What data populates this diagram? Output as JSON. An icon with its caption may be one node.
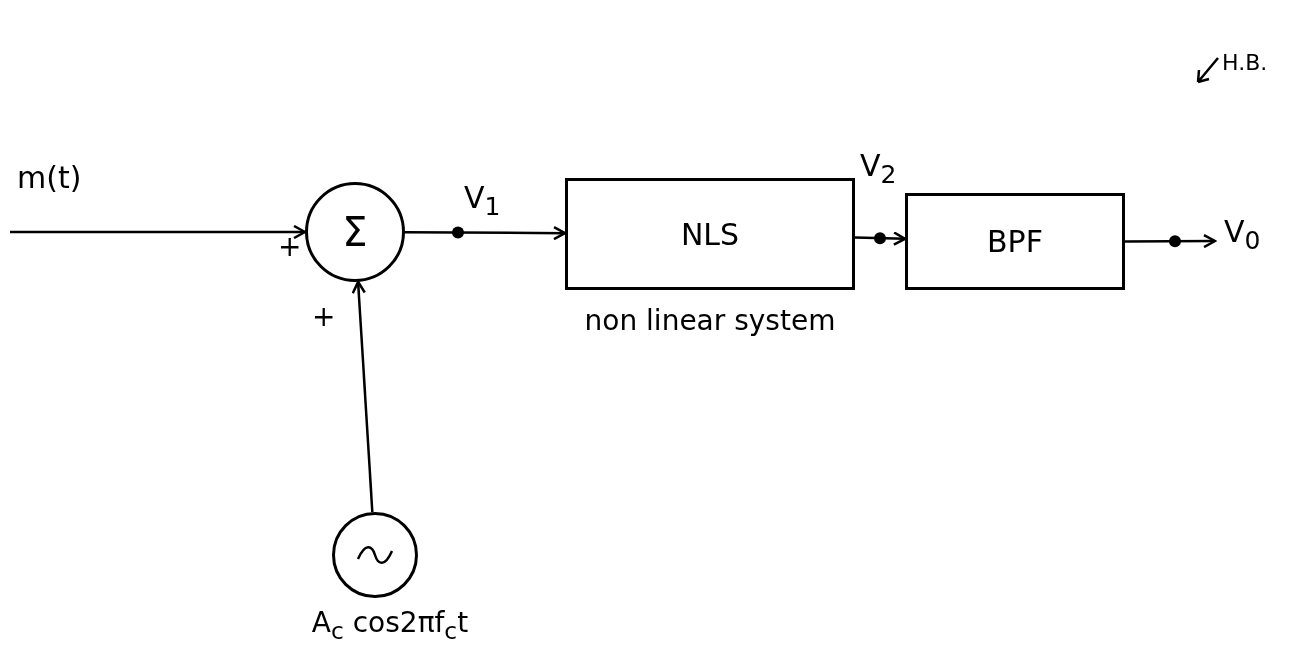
{
  "diagram": {
    "nodes": [
      {
        "text": [
          "Σ"
        ]
      },
      {
        "text": [
          "NLS"
        ],
        "beside": [
          "non linear system"
        ]
      },
      {
        "text": [
          "BPF"
        ]
      },
      {
        "text": [],
        "shape": "circle",
        "beside": [
          "A$_{c}$ cos2πf$_{c}$t"
        ]
      }
    ],
    "edges": [
      {
        "from": null,
        "to": 0,
        "arrow": "to",
        "label": "m(t)"
      },
      {
        "from": 0,
        "to": 1,
        "arrow": "to",
        "label": "V$_{1}$"
      },
      {
        "from": 1,
        "to": 2,
        "arrow": "to",
        "label": "V$_{2}$"
      },
      {
        "from": 2,
        "to": null,
        "arrow": "to",
        "label": "V$_{0}$"
      },
      {
        "from": 3,
        "to": 0,
        "arrow": "to"
      }
    ],
    "labels": [
      "+",
      "+",
      "H.B."
    ]
  }
}
